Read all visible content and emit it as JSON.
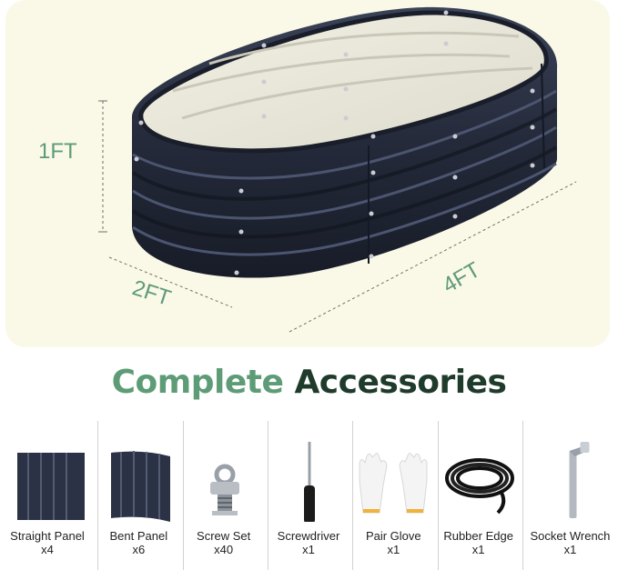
{
  "hero": {
    "dim_height": "1FT",
    "dim_width": "2FT",
    "dim_length": "4FT"
  },
  "title": {
    "part1": "Complete",
    "part2": "Accessories"
  },
  "accessories": [
    {
      "name": "Straight Panel",
      "qty": "x4",
      "icon": "straight-panel-icon"
    },
    {
      "name": "Bent Panel",
      "qty": "x6",
      "icon": "bent-panel-icon"
    },
    {
      "name": "Screw Set",
      "qty": "x40",
      "icon": "screw-set-icon"
    },
    {
      "name": "Screwdriver",
      "qty": "x1",
      "icon": "screwdriver-icon"
    },
    {
      "name": "Pair Glove",
      "qty": "x1",
      "icon": "glove-icon"
    },
    {
      "name": "Rubber Edge",
      "qty": "x1",
      "icon": "rubber-edge-icon"
    },
    {
      "name": "Socket Wrench",
      "qty": "x1",
      "icon": "socket-wrench-icon"
    }
  ],
  "colors": {
    "accent_green": "#5d9c76",
    "dark_green": "#1f3b2b",
    "panel_navy": "#2b3245",
    "hero_bg": "#faf9e8"
  }
}
